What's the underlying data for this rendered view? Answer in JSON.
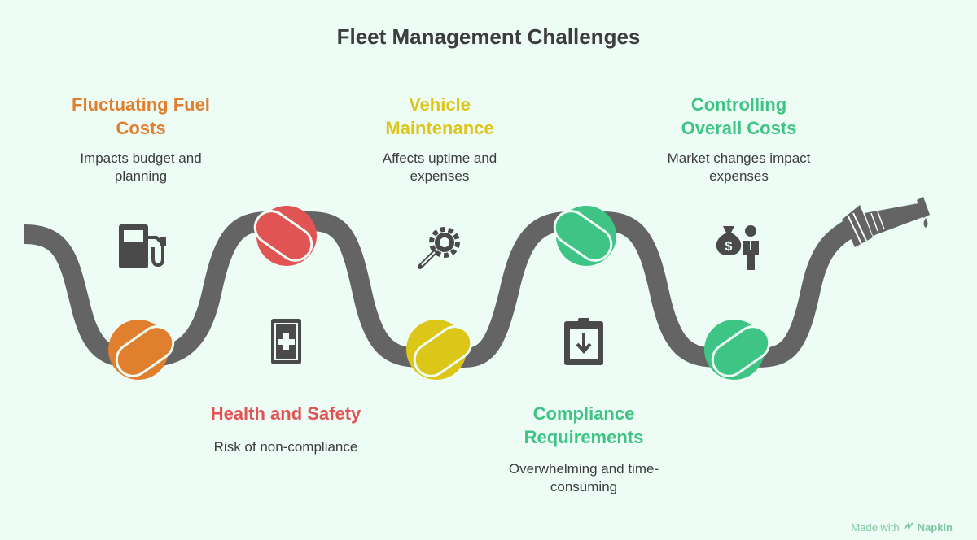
{
  "title": "Fleet Management Challenges",
  "items": {
    "fuel": {
      "heading_line1": "Fluctuating Fuel",
      "heading_line2": "Costs",
      "desc_line1": "Impacts budget and",
      "desc_line2": "planning",
      "icon": "fuel-pump-icon",
      "color": "#e07f2e"
    },
    "maintenance": {
      "heading_line1": "Vehicle",
      "heading_line2": "Maintenance",
      "desc_line1": "Affects uptime and",
      "desc_line2": "expenses",
      "icon": "wrench-gear-icon",
      "color": "#dcc618"
    },
    "costs": {
      "heading_line1": "Controlling",
      "heading_line2": "Overall Costs",
      "desc_line1": "Market changes impact",
      "desc_line2": "expenses",
      "icon": "money-bag-person-icon",
      "color": "#3ec485"
    },
    "health": {
      "heading_line1": "Health and Safety",
      "desc_line1": "Risk of non-compliance",
      "icon": "first-aid-kit-icon",
      "color": "#e05454"
    },
    "compliance": {
      "heading_line1": "Compliance",
      "heading_line2": "Requirements",
      "desc_line1": "Overwhelming and time-",
      "desc_line2": "consuming",
      "icon": "clipboard-download-icon",
      "color": "#3ec485"
    }
  },
  "footer": {
    "prefix": "Made with",
    "brand": "Napkin"
  }
}
